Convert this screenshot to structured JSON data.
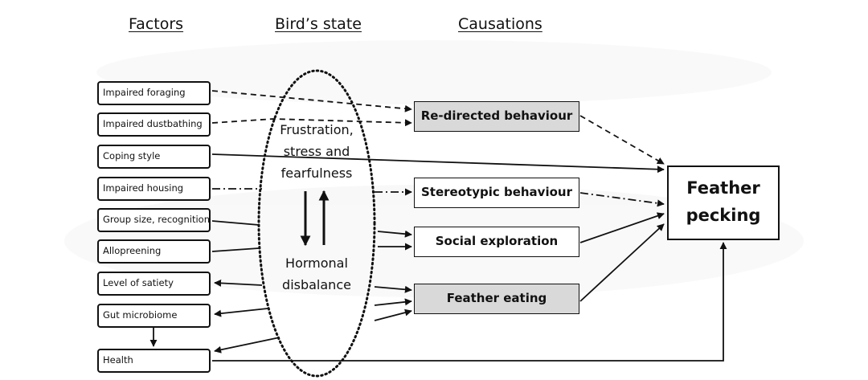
{
  "headers": {
    "factors": "Factors",
    "birds_state": "Bird’s state",
    "causations": "Causations"
  },
  "factors": [
    "Impaired foraging",
    "Impaired dustbathing",
    "Coping style",
    "Impaired housing",
    "Group size, recognition",
    "Allopreening",
    "Level of satiety",
    "Gut microbiome",
    "Health"
  ],
  "state": {
    "upper_line1": "Frustration,",
    "upper_line2": "stress and",
    "upper_line3": "fearfulness",
    "lower_line1": "Hormonal",
    "lower_line2": "disbalance"
  },
  "causations": [
    "Re-directed behaviour",
    "Stereotypic behaviour",
    "Social exploration",
    "Feather eating"
  ],
  "outcome": {
    "line1": "Feather",
    "line2": "pecking"
  },
  "colors": {
    "shaded_box": "#d9d9d9",
    "line": "#111111"
  }
}
